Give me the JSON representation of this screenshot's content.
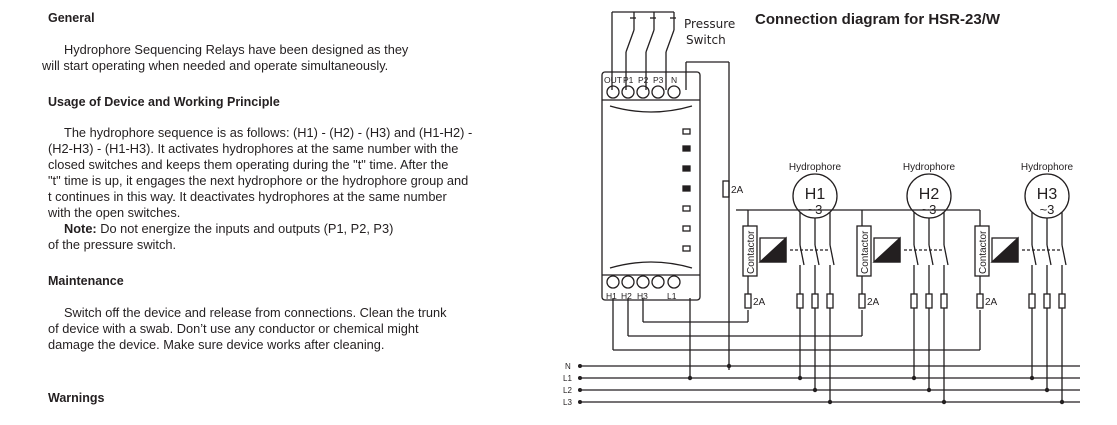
{
  "left": {
    "general": {
      "heading": "General",
      "lines": [
        "Hydrophore Sequencing Relays have been designed as they",
        "will start operating when needed and operate simultaneously."
      ]
    },
    "usage": {
      "heading": "Usage of Device and Working Principle",
      "lines": [
        "The hydrophore sequence is as follows: (H1) - (H2) - (H3) and (H1-H2) -",
        "(H2-H3) - (H1-H3). It activates hydrophores at the same number with the",
        "closed switches and keeps them operating during the \"t\" time. After the",
        "\"t\" time is up, it engages the next hydrophore or the hydrophore group and",
        "t continues in this way. It deactivates hydrophores at the same number",
        "with the open switches."
      ],
      "note_label": "Note:",
      "note_text": " Do not energize the inputs and outputs (P1, P2, P3)",
      "note_line2": "of the pressure switch."
    },
    "maintenance": {
      "heading": "Maintenance",
      "lines": [
        "Switch off the device and release from connections. Clean the trunk",
        "of device with a swab. Don’t use any conductor or chemical might",
        "damage the device. Make sure device works after cleaning."
      ]
    },
    "warnings": {
      "heading": "Warnings"
    }
  },
  "diagram": {
    "title": "Connection diagram for HSR-23/W",
    "pressure_label_1": "Pressure",
    "pressure_label_2": "Switch",
    "terminals_top": [
      "OUT",
      "P1",
      "P2",
      "P3",
      "N"
    ],
    "terminals_bottom": [
      "H1",
      "H2",
      "H3",
      "L1"
    ],
    "fuse_label": "2A",
    "contactor_label": "Contactor",
    "hydrophore_label": "Hydrophore",
    "phase": "~3",
    "motors": [
      "H1",
      "H2",
      "H3"
    ],
    "lines": [
      "N",
      "L1",
      "L2",
      "L3"
    ]
  }
}
